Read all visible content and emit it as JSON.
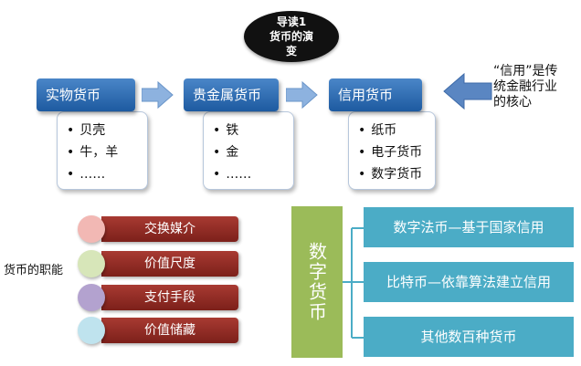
{
  "title": {
    "line1": "导读1",
    "line2": "货币的演",
    "line3": "变"
  },
  "evolution": [
    {
      "header": "实物货币",
      "items": [
        "贝壳",
        "牛，羊",
        "……"
      ]
    },
    {
      "header": "贵金属货币",
      "items": [
        "铁",
        "金",
        "……"
      ]
    },
    {
      "header": "信用货币",
      "items": [
        "纸币",
        "电子货币",
        "数字货币"
      ]
    }
  ],
  "credit_note": "“信用”是传统金融行业的核心",
  "functions": {
    "label": "货币的职能",
    "items": [
      {
        "label": "交换媒介",
        "color": "#f2b8b4"
      },
      {
        "label": "价值尺度",
        "color": "#d7e6b9"
      },
      {
        "label": "支付手段",
        "color": "#b3a2cf"
      },
      {
        "label": "价值储藏",
        "color": "#bfe3ee"
      }
    ]
  },
  "digital": {
    "label": "数字货币",
    "items": [
      "数字法币—基于国家信用",
      "比特币—依靠算法建立信用",
      "其他数百种货币"
    ]
  },
  "colors": {
    "header_blue": "#2b6cb3",
    "arrow_blue": "#8db2df",
    "function_red": "#8e2a23",
    "digital_green": "#9bbb59",
    "digital_teal": "#4bacc6"
  }
}
